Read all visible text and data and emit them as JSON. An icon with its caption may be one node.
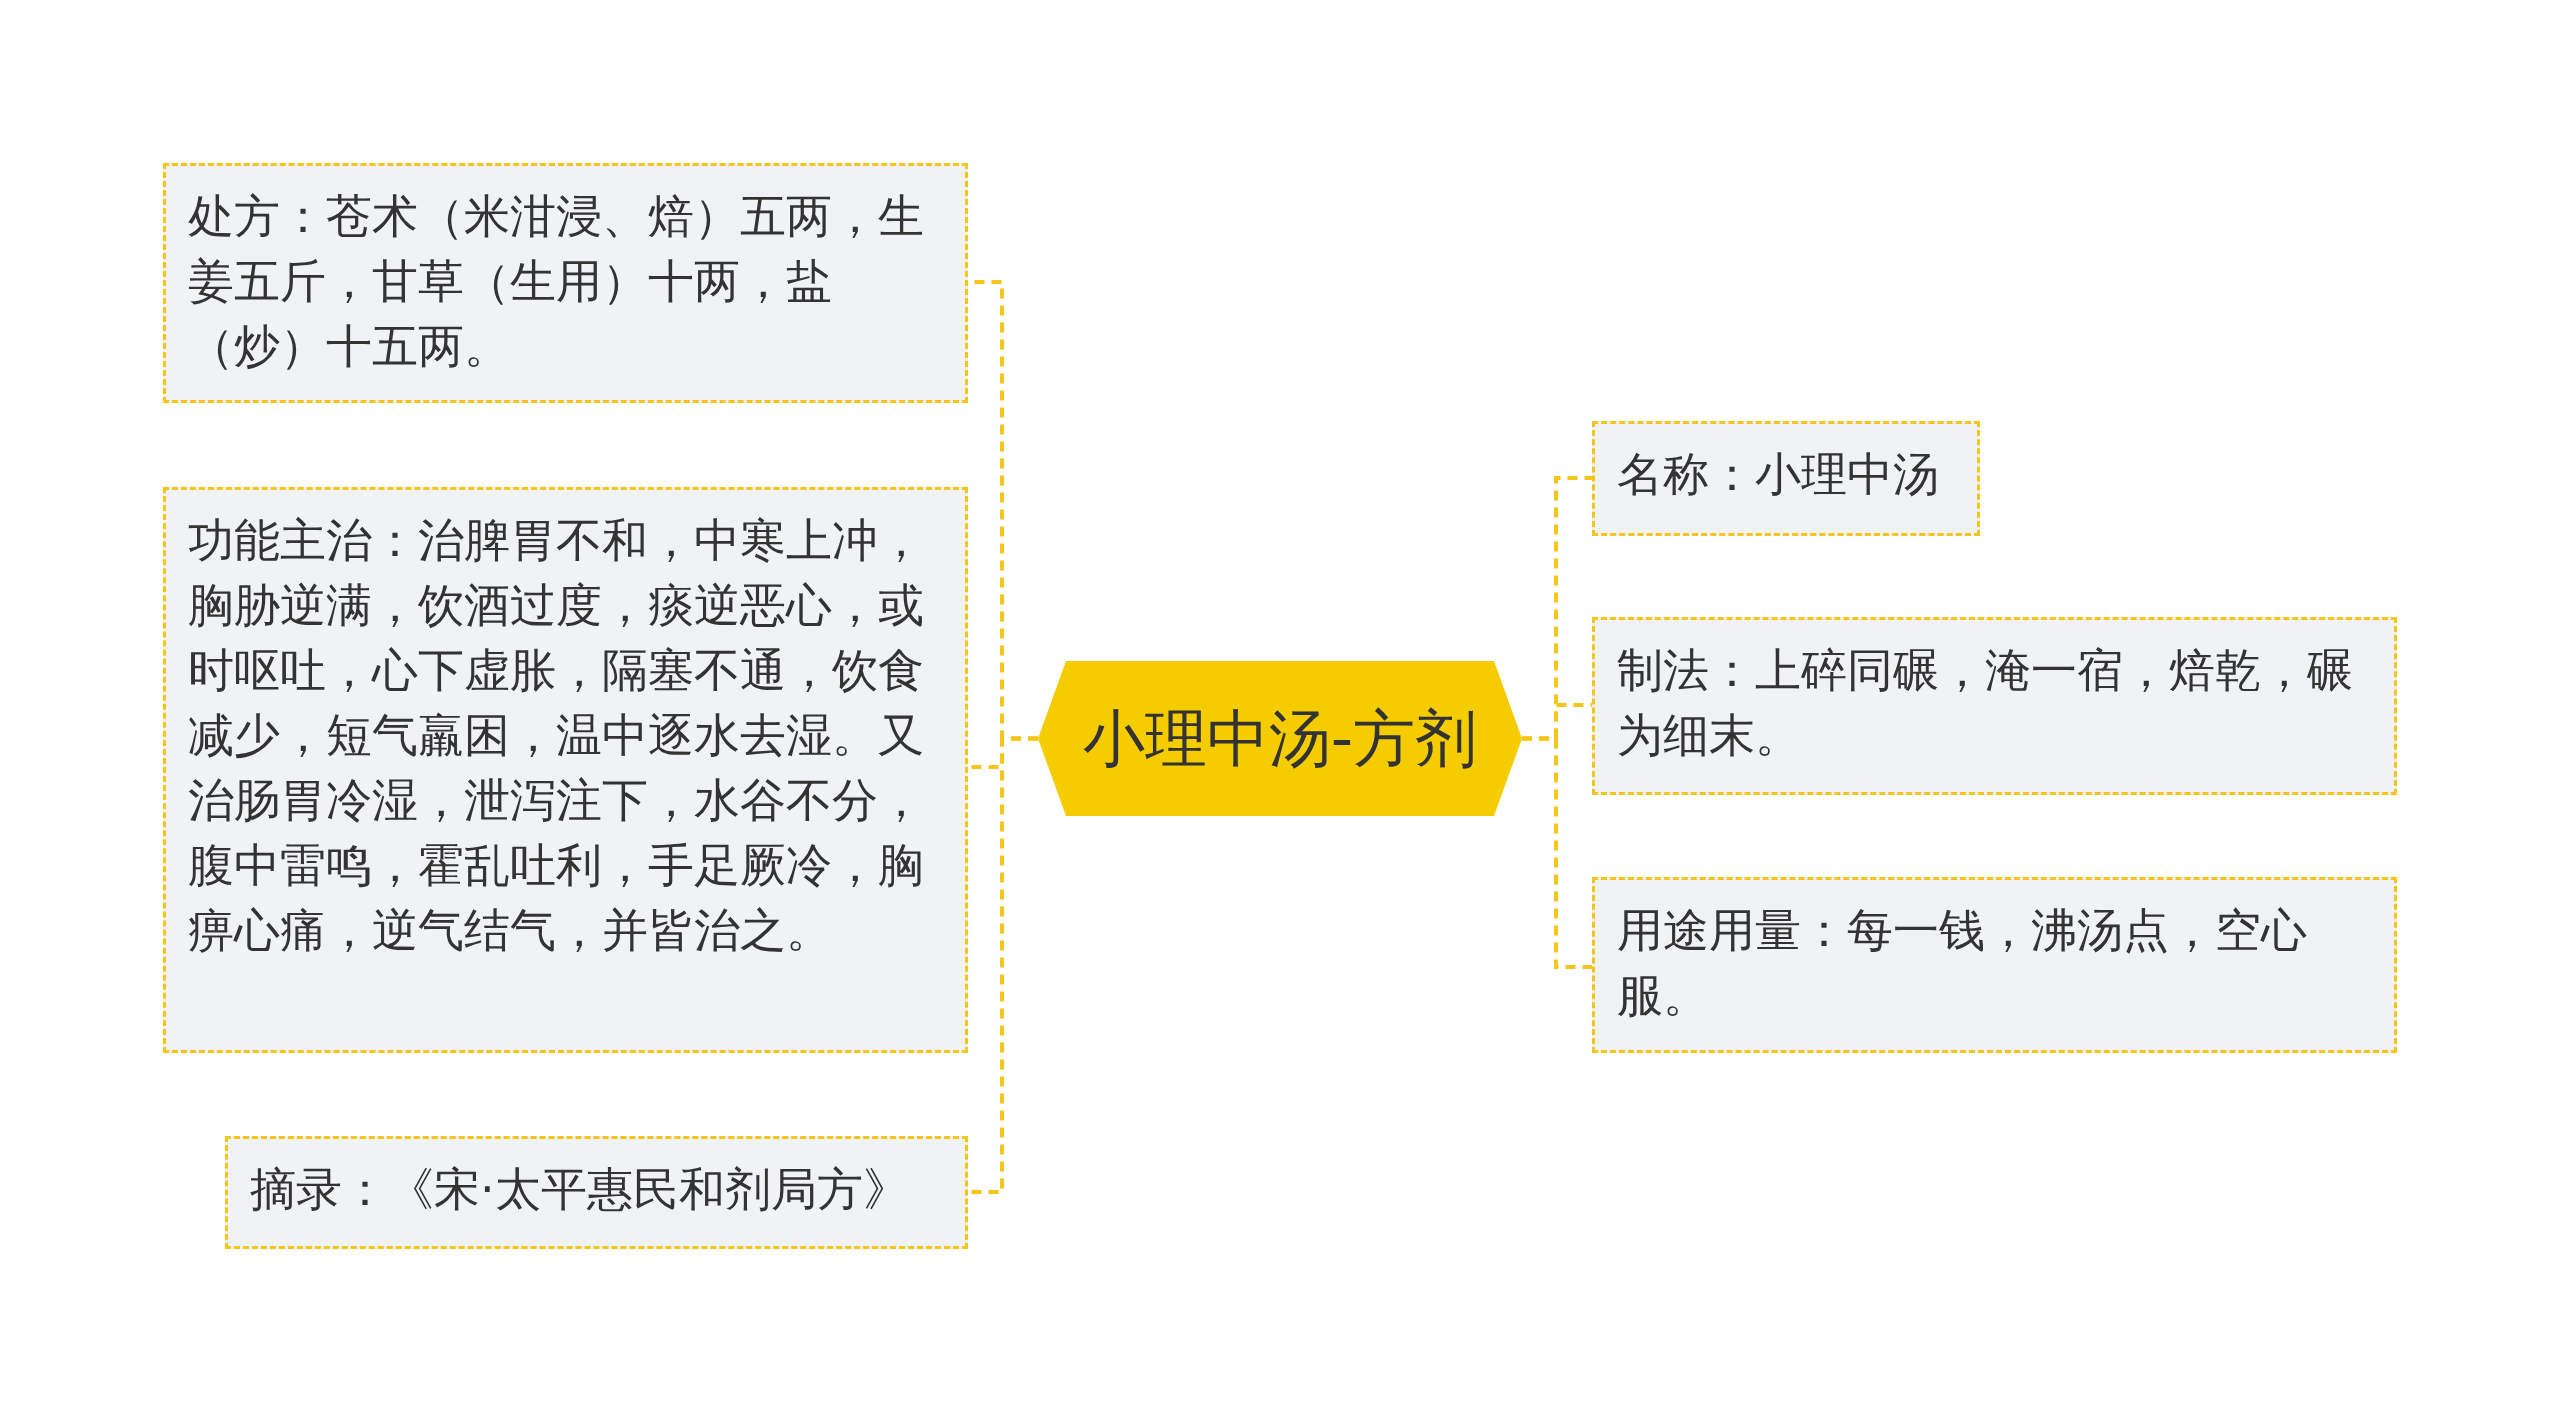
{
  "diagram": {
    "nodes": [
      {
        "text": [
          "小理中汤-方剂"
        ]
      },
      {
        "text": [
          "处方：苍术（米泔浸、焙）五两，生姜五斤，甘草（生用）十两，盐（炒）十五两。"
        ]
      },
      {
        "text": [
          "功能主治：治脾胃不和，中寒上冲，胸胁逆满，饮酒过度，痰逆恶心，或时呕吐，心下虚胀，隔塞不通，饮食减少，短气羸困，温中逐水去湿。又治肠胃冷湿，泄泻注下，水谷不分，腹中雷鸣，霍乱吐利，手足厥冷，胸痹心痛，逆气结气，并皆治之。"
        ]
      },
      {
        "text": [
          "摘录：《宋·太平惠民和剂局方》"
        ]
      },
      {
        "text": [
          "名称：小理中汤"
        ]
      },
      {
        "text": [
          "制法：上碎同碾，淹一宿，焙乾，碾为细末。"
        ]
      },
      {
        "text": [
          "用途用量：每一钱，沸汤点，空心服。"
        ]
      }
    ],
    "edges": [
      {
        "from": 0,
        "to": 1,
        "arrow": "none",
        "style": "dashed"
      },
      {
        "from": 0,
        "to": 2,
        "arrow": "none",
        "style": "dashed"
      },
      {
        "from": 0,
        "to": 3,
        "arrow": "none",
        "style": "dashed"
      },
      {
        "from": 0,
        "to": 4,
        "arrow": "none",
        "style": "dashed"
      },
      {
        "from": 0,
        "to": 5,
        "arrow": "none",
        "style": "dashed"
      },
      {
        "from": 0,
        "to": 6,
        "arrow": "none",
        "style": "dashed"
      }
    ]
  }
}
